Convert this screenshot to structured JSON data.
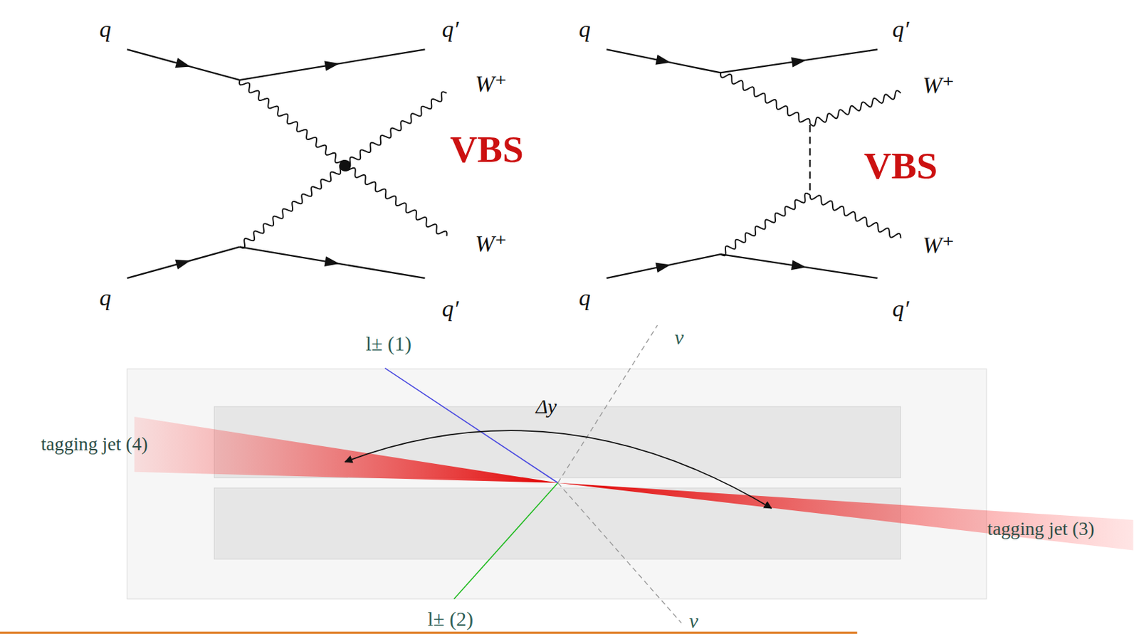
{
  "diagram": {
    "labels": [
      "q",
      "q′",
      "W⁺",
      "VBS",
      "W⁺",
      "q",
      "q′",
      "q",
      "q′",
      "W⁺",
      "VBS",
      "W⁺",
      "q",
      "q′",
      "l± (1)",
      "ν",
      "Δy",
      "tagging jet (4)",
      "tagging jet (3)",
      "l± (2)",
      "ν"
    ]
  }
}
